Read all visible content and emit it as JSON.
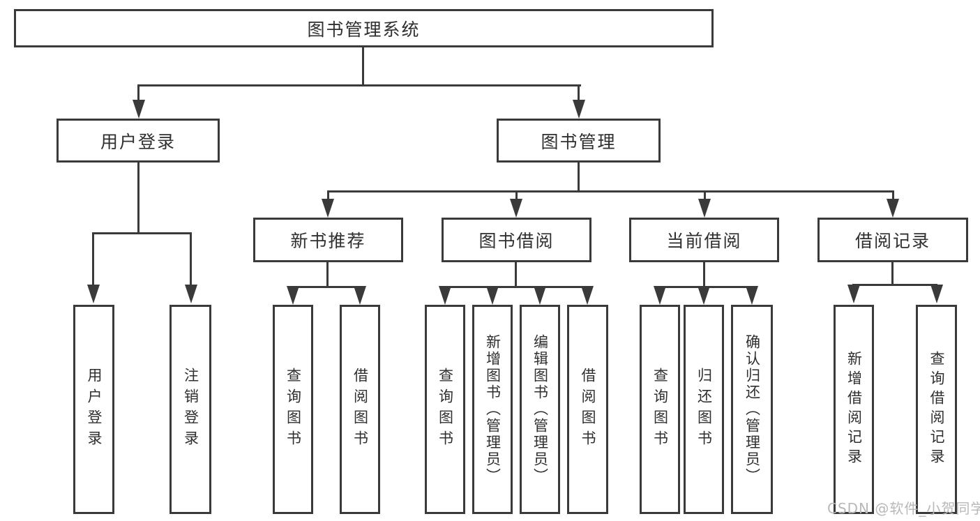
{
  "diagram": {
    "root_label": "图书管理系统",
    "level2": [
      {
        "label": "用户登录",
        "leaves": [
          "用户登录",
          "注销登录"
        ]
      },
      {
        "label": "图书管理",
        "groups": [
          {
            "label": "新书推荐",
            "leaves": [
              "查询图书",
              "借阅图书"
            ]
          },
          {
            "label": "图书借阅",
            "leaves": [
              "查询图书",
              "新增图书（管理员）",
              "编辑图书（管理员）",
              "借阅图书"
            ]
          },
          {
            "label": "当前借阅",
            "leaves": [
              "查询图书",
              "归还图书",
              "确认归还（管理员）"
            ]
          },
          {
            "label": "借阅记录",
            "leaves": [
              "新增借阅记录",
              "查询借阅记录"
            ]
          }
        ]
      }
    ]
  },
  "watermark": {
    "text": "CSDN @软件_小贺同学"
  },
  "colors": {
    "line": "#3a3a3a",
    "text": "#2f2f2f",
    "watermark": "#b8b8b8",
    "background": "#ffffff"
  }
}
